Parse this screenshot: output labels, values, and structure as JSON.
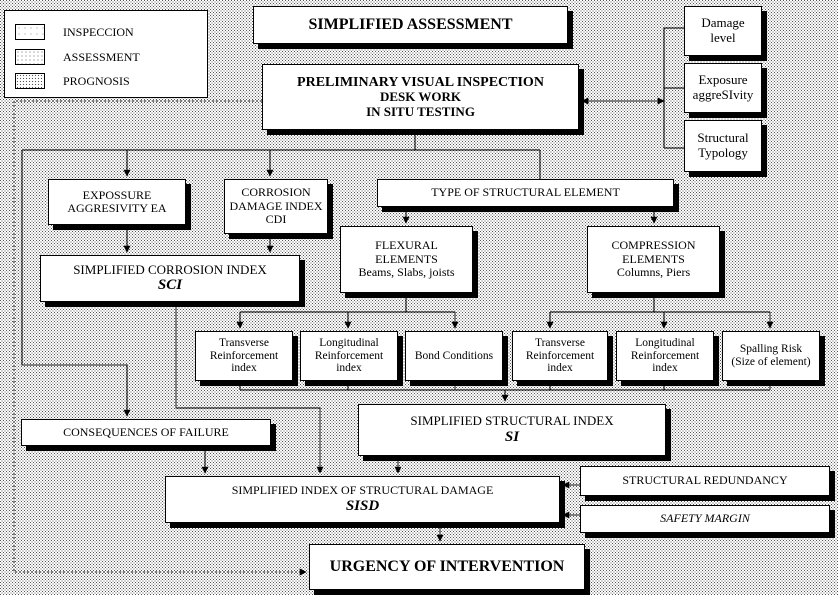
{
  "legend": [
    {
      "id": "inspeccion",
      "label": "INSPECCION",
      "pattern": "light"
    },
    {
      "id": "assessment",
      "label": "ASSESSMENT",
      "pattern": "medium"
    },
    {
      "id": "prognosis",
      "label": "PROGNOSIS",
      "pattern": "dense"
    }
  ],
  "boxes": {
    "simplified_assessment": {
      "lines": [
        "SIMPLIFIED ASSESSMENT"
      ]
    },
    "damage_level": {
      "lines": [
        "Damage",
        "level"
      ]
    },
    "exposure_aggresivity": {
      "lines": [
        "Exposure",
        "aggreSIvity"
      ]
    },
    "structural_typology": {
      "lines": [
        "Structural",
        "Typology"
      ]
    },
    "preliminary": {
      "lines": [
        "PRELIMINARY VISUAL INSPECTION",
        "DESK WORK",
        "IN SITU TESTING"
      ]
    },
    "expossure_ea": {
      "lines": [
        "EXPOSSURE",
        "AGGRESIVITY EA"
      ]
    },
    "cdi": {
      "lines": [
        "CORROSION",
        "DAMAGE INDEX",
        "CDI"
      ]
    },
    "type_element": {
      "lines": [
        "TYPE OF STRUCTURAL ELEMENT"
      ]
    },
    "sci": {
      "lines": [
        "SIMPLIFIED CORROSION INDEX",
        "SCI"
      ]
    },
    "flexural": {
      "lines": [
        "FLEXURAL",
        "ELEMENTS",
        "Beams, Slabs, joists"
      ]
    },
    "compression": {
      "lines": [
        "COMPRESSION",
        "ELEMENTS",
        "Columns, Piers"
      ]
    },
    "transverse_1": {
      "lines": [
        "Transverse",
        "Reinforcement",
        "index"
      ]
    },
    "longitudinal_1": {
      "lines": [
        "Longitudinal",
        "Reinforcement",
        "index"
      ]
    },
    "bond": {
      "lines": [
        "Bond Conditions"
      ]
    },
    "transverse_2": {
      "lines": [
        "Transverse",
        "Reinforcement",
        "index"
      ]
    },
    "longitudinal_2": {
      "lines": [
        "Longitudinal",
        "Reinforcement",
        "index"
      ]
    },
    "spalling": {
      "lines": [
        "Spalling Risk",
        "(Size of element)"
      ]
    },
    "consequences": {
      "lines": [
        "CONSEQUENCES OF FAILURE"
      ]
    },
    "si": {
      "lines": [
        "SIMPLIFIED STRUCTURAL INDEX",
        "SI"
      ]
    },
    "redundancy": {
      "lines": [
        "STRUCTURAL REDUNDANCY"
      ]
    },
    "sisd": {
      "lines": [
        "SIMPLIFIED INDEX OF STRUCTURAL DAMAGE",
        "SISD"
      ]
    },
    "safety": {
      "lines": [
        "SAFETY MARGIN"
      ]
    },
    "urgency": {
      "lines": [
        "URGENCY OF INTERVENTION"
      ]
    }
  }
}
